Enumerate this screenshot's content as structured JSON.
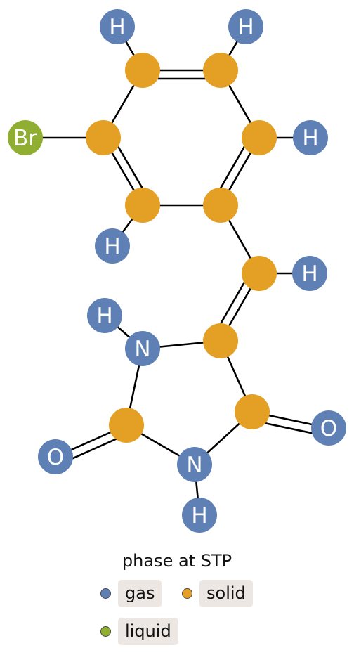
{
  "colors": {
    "gas": "#5f80b5",
    "solid": "#e3a024",
    "liquid": "#8fae32",
    "bond": "#000000",
    "label": "#ffffff"
  },
  "atoms": [
    {
      "id": "C1",
      "element": "C",
      "phase": "solid",
      "label": ""
    },
    {
      "id": "C2",
      "element": "C",
      "phase": "solid",
      "label": ""
    },
    {
      "id": "C3",
      "element": "C",
      "phase": "solid",
      "label": ""
    },
    {
      "id": "C4",
      "element": "C",
      "phase": "solid",
      "label": ""
    },
    {
      "id": "C5",
      "element": "C",
      "phase": "solid",
      "label": ""
    },
    {
      "id": "C6",
      "element": "C",
      "phase": "solid",
      "label": ""
    },
    {
      "id": "C7",
      "element": "C",
      "phase": "solid",
      "label": ""
    },
    {
      "id": "C8",
      "element": "C",
      "phase": "solid",
      "label": ""
    },
    {
      "id": "C9",
      "element": "C",
      "phase": "solid",
      "label": ""
    },
    {
      "id": "C10",
      "element": "C",
      "phase": "solid",
      "label": ""
    },
    {
      "id": "Br1",
      "element": "Br",
      "phase": "liquid",
      "label": "Br"
    },
    {
      "id": "H1",
      "element": "H",
      "phase": "gas",
      "label": "H"
    },
    {
      "id": "H2",
      "element": "H",
      "phase": "gas",
      "label": "H"
    },
    {
      "id": "H3",
      "element": "H",
      "phase": "gas",
      "label": "H"
    },
    {
      "id": "H4",
      "element": "H",
      "phase": "gas",
      "label": "H"
    },
    {
      "id": "H5",
      "element": "H",
      "phase": "gas",
      "label": "H"
    },
    {
      "id": "H6",
      "element": "H",
      "phase": "gas",
      "label": "H"
    },
    {
      "id": "H7",
      "element": "H",
      "phase": "gas",
      "label": "H"
    },
    {
      "id": "N1",
      "element": "N",
      "phase": "gas",
      "label": "N"
    },
    {
      "id": "N2",
      "element": "N",
      "phase": "gas",
      "label": "N"
    },
    {
      "id": "O1",
      "element": "O",
      "phase": "gas",
      "label": "O"
    },
    {
      "id": "O2",
      "element": "O",
      "phase": "gas",
      "label": "O"
    }
  ],
  "bonds": [
    {
      "a": "C1",
      "b": "C2",
      "order": 2
    },
    {
      "a": "C2",
      "b": "C3",
      "order": 1
    },
    {
      "a": "C3",
      "b": "C4",
      "order": 2
    },
    {
      "a": "C4",
      "b": "C5",
      "order": 1
    },
    {
      "a": "C5",
      "b": "C6",
      "order": 2
    },
    {
      "a": "C6",
      "b": "C1",
      "order": 1
    },
    {
      "a": "C1",
      "b": "H1",
      "order": 1
    },
    {
      "a": "C2",
      "b": "H2",
      "order": 1
    },
    {
      "a": "C3",
      "b": "H3",
      "order": 1
    },
    {
      "a": "C6",
      "b": "Br1",
      "order": 1
    },
    {
      "a": "C5",
      "b": "H4",
      "order": 1
    },
    {
      "a": "C4",
      "b": "C7",
      "order": 1
    },
    {
      "a": "C7",
      "b": "H5",
      "order": 1
    },
    {
      "a": "C7",
      "b": "C8",
      "order": 2
    },
    {
      "a": "C8",
      "b": "N1",
      "order": 1
    },
    {
      "a": "N1",
      "b": "H6",
      "order": 1
    },
    {
      "a": "N1",
      "b": "C9",
      "order": 1
    },
    {
      "a": "C9",
      "b": "O1",
      "order": 2
    },
    {
      "a": "C9",
      "b": "N2",
      "order": 1
    },
    {
      "a": "N2",
      "b": "H7",
      "order": 1
    },
    {
      "a": "N2",
      "b": "C10",
      "order": 1
    },
    {
      "a": "C10",
      "b": "O2",
      "order": 2
    },
    {
      "a": "C10",
      "b": "C8",
      "order": 1
    }
  ],
  "legend": {
    "title": "phase at STP",
    "items": [
      {
        "key": "gas",
        "label": "gas"
      },
      {
        "key": "solid",
        "label": "solid"
      },
      {
        "key": "liquid",
        "label": "liquid"
      }
    ]
  }
}
